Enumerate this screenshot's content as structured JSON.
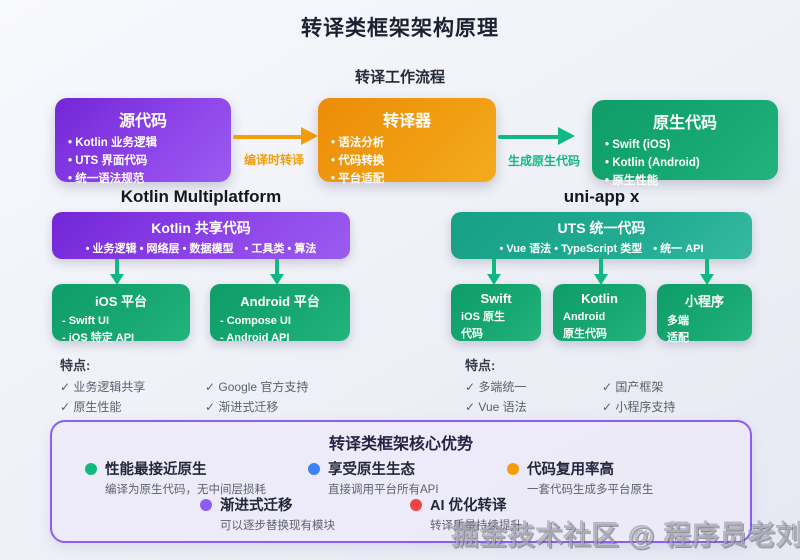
{
  "page": {
    "title": "转译类框架架构原理",
    "flow_title": "转译工作流程"
  },
  "flow": {
    "source": {
      "title": "源代码",
      "items": [
        "• Kotlin 业务逻辑",
        "• UTS 界面代码",
        "• 统一语法规范"
      ]
    },
    "arrow1_label": "编译时转译",
    "transpiler": {
      "title": "转译器",
      "items": [
        "• 语法分析",
        "• 代码转换",
        "• 平台适配"
      ]
    },
    "arrow2_label": "生成原生代码",
    "native": {
      "title": "原生代码",
      "items": [
        "• Swift (iOS)",
        "• Kotlin (Android)",
        "• 原生性能"
      ]
    }
  },
  "kmp": {
    "header": "Kotlin Multiplatform",
    "shared": {
      "title": "Kotlin 共享代码",
      "subtitle": "• 业务逻辑 • 网络层 • 数据模型　• 工具类 • 算法"
    },
    "platforms": [
      {
        "title": "iOS 平台",
        "items": [
          "- Swift UI",
          "- iOS 特定 API"
        ]
      },
      {
        "title": "Android 平台",
        "items": [
          "- Compose UI",
          "- Android API"
        ]
      }
    ],
    "features_label": "特点:",
    "features": [
      "✓ 业务逻辑共享",
      "✓ 原生性能",
      "✓ Google 官方支持",
      "✓ 渐进式迁移"
    ]
  },
  "uniapp": {
    "header": "uni-app x",
    "shared": {
      "title": "UTS 统一代码",
      "subtitle": "• Vue 语法 • TypeScript 类型　• 统一 API"
    },
    "platforms": [
      {
        "title": "Swift",
        "items": [
          "iOS 原生",
          "代码"
        ]
      },
      {
        "title": "Kotlin",
        "items": [
          "Android",
          "原生代码"
        ]
      },
      {
        "title": "小程序",
        "items": [
          "多端",
          "适配"
        ]
      }
    ],
    "features_label": "特点:",
    "features": [
      "✓ 多端统一",
      "✓ Vue 语法",
      "✓ 国产框架",
      "✓ 小程序支持"
    ]
  },
  "advantages": {
    "title": "转译类框架核心优势",
    "items": [
      {
        "title": "性能最接近原生",
        "desc": "编译为原生代码，无中间层损耗",
        "dot_color": "#10b981"
      },
      {
        "title": "享受原生生态",
        "desc": "直接调用平台所有API",
        "dot_color": "#3b82f6"
      },
      {
        "title": "代码复用率高",
        "desc": "一套代码生成多平台原生",
        "dot_color": "#f59e0b"
      },
      {
        "title": "渐进式迁移",
        "desc": "可以逐步替换现有模块",
        "dot_color": "#8b5cf6"
      },
      {
        "title": "AI 优化转译",
        "desc": "转译质量持续提升",
        "dot_color": "#ef4444"
      }
    ]
  },
  "watermark": "掘金技术社区 @ 程序员老刘",
  "colors": {
    "purple": "#8f46ea",
    "orange": "#f09e12",
    "green": "#17a873",
    "teal": "#21ab91",
    "arrow_orange": "#f59e0b",
    "arrow_green": "#10b981",
    "panel_border": "#8b5cf6"
  }
}
